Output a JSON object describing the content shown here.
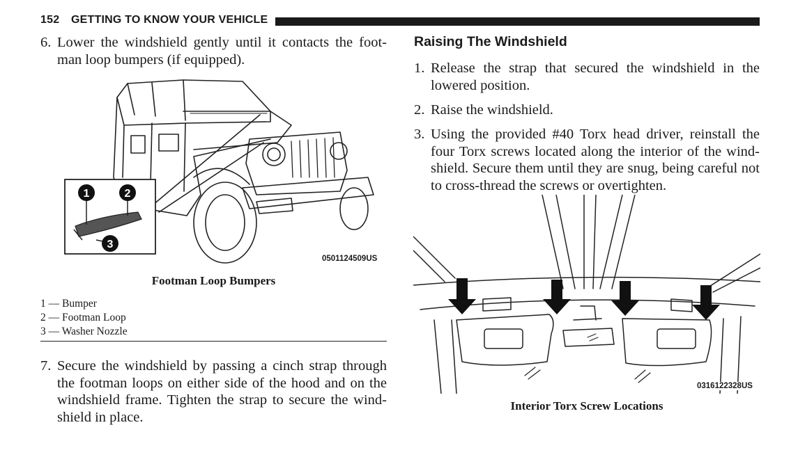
{
  "header": {
    "page_number": "152",
    "section_title": "GETTING TO KNOW YOUR VEHICLE"
  },
  "left_column": {
    "step6": {
      "number": "6.",
      "text": "Lower the windshield gently until it contacts the foot-man loop bumpers (if equipped)."
    },
    "figure": {
      "callouts": [
        "1",
        "2",
        "3"
      ],
      "code": "0501124509US",
      "caption": "Footman Loop Bumpers"
    },
    "legend": [
      "1 — Bumper",
      "2 — Footman Loop",
      "3 — Washer Nozzle"
    ],
    "step7": {
      "number": "7.",
      "text": "Secure the windshield by passing a cinch strap through the footman loops on either side of the hood and on the windshield frame. Tighten the strap to secure the wind-shield in place."
    }
  },
  "right_column": {
    "heading": "Raising The Windshield",
    "steps": [
      {
        "number": "1.",
        "text": "Release the strap that secured the windshield in the lowered position."
      },
      {
        "number": "2.",
        "text": "Raise the windshield."
      },
      {
        "number": "3.",
        "text": "Using the provided #40 Torx head driver, reinstall the four Torx screws located along the interior of the wind-shield. Secure them until they are snug, being careful not to cross-thread the screws or overtighten."
      }
    ],
    "figure": {
      "code": "0316122328US",
      "caption": "Interior Torx Screw Locations"
    }
  },
  "colors": {
    "text": "#1a1a1a",
    "rule": "#1a1a1a",
    "paper": "#ffffff"
  }
}
